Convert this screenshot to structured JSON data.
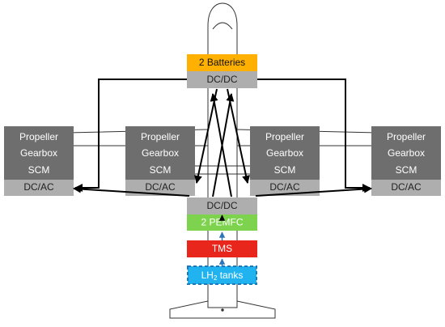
{
  "colors": {
    "module_dark": "#6e6e6e",
    "module_light": "#aeaeae",
    "module_text": "#ffffff",
    "converter_text": "#222222",
    "batteries": "#ffb000",
    "pemfc": "#7ed34e",
    "tms": "#e8261c",
    "h2": "#21b3ef",
    "h2_border": "#1d78b8",
    "arrow": "#000000",
    "arrow_up_blue": "#2e75b6",
    "aircraft_outline": "#333333"
  },
  "batteries": {
    "label": "2 Batteries"
  },
  "top_converter": {
    "label": "DC/DC"
  },
  "bottom_converter": {
    "label": "DC/DC"
  },
  "pemfc": {
    "label": "2 PEMFC"
  },
  "tms": {
    "label": "TMS"
  },
  "h2_tanks": {
    "label_main": "LH",
    "label_sub": "2",
    "label_rest": " tanks"
  },
  "propulsion_units": [
    {
      "propeller": "Propeller",
      "gearbox": "Gearbox",
      "scm": "SCM",
      "converter": "DC/AC"
    },
    {
      "propeller": "Propeller",
      "gearbox": "Gearbox",
      "scm": "SCM",
      "converter": "DC/AC"
    },
    {
      "propeller": "Propeller",
      "gearbox": "Gearbox",
      "scm": "SCM",
      "converter": "DC/AC"
    },
    {
      "propeller": "Propeller",
      "gearbox": "Gearbox",
      "scm": "SCM",
      "converter": "DC/AC"
    }
  ]
}
